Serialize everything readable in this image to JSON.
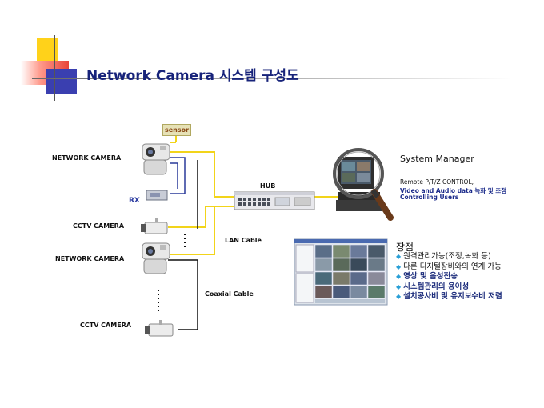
{
  "title": "Network Camera 시스템 구성도",
  "sensor_label": "sensor",
  "devices": {
    "network_camera_1": "NETWORK CAMERA",
    "rx": "RX",
    "cctv_camera_1": "CCTV CAMERA",
    "network_camera_2": "NETWORK CAMERA",
    "cctv_camera_2": "CCTV CAMERA"
  },
  "hub_label": "HUB",
  "lan_cable_label": "LAN Cable",
  "coaxial_cable_label": "Coaxial Cable",
  "system_manager": {
    "title": "System Manager",
    "lines": [
      "Remote P/T/Z CONTROL,",
      "Video and Audio data 녹화 및 조정",
      "Controlling Users"
    ]
  },
  "advantages": {
    "title": "장점",
    "items": [
      "원격관리가능(조정,녹화 등)",
      "다른 디지털장비와의 연계 가능",
      "영상 및 음성전송",
      "시스템관리의 용이성",
      "설치공사비 및 유지보수비 저렴"
    ]
  },
  "colors": {
    "title": "#17237a",
    "lan_cable": "#f2d41a",
    "rx_wire": "#2a3a9a",
    "coax": "#111111"
  }
}
